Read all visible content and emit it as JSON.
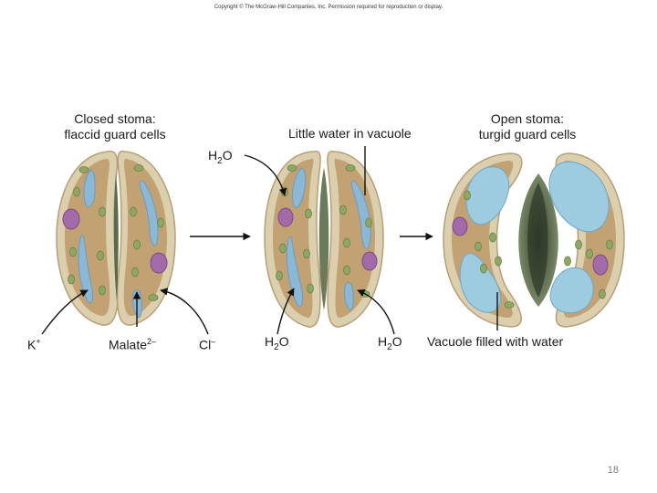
{
  "copyright": "Copyright © The McGraw-Hill Companies, Inc. Permission required for reproduction or display.",
  "labels": {
    "closed_title": "Closed stoma:",
    "closed_subtitle": "flaccid guard cells",
    "little_water": "Little water in vacuole",
    "open_title": "Open stoma:",
    "open_subtitle": "turgid guard cells",
    "h2o_top_main": "H",
    "h2o_top_sub": "2",
    "h2o_top_end": "O",
    "k_main": "K",
    "k_sup": "+",
    "malate_main": "Malate",
    "malate_sup": "2–",
    "cl_main": "Cl",
    "cl_sup": "–",
    "h2o_left_main": "H",
    "h2o_left_sub": "2",
    "h2o_left_end": "O",
    "h2o_right_main": "H",
    "h2o_right_sub": "2",
    "h2o_right_end": "O",
    "vacuole_filled": "Vacuole filled with water"
  },
  "slide_number": "18",
  "colors": {
    "cell_wall": "#d9c9a6",
    "cytoplasm": "#c4a476",
    "vacuole": "#8bb8d6",
    "vacuole_turgid": "#9dcbe0",
    "nucleus": "#a26aa8",
    "chloroplast": "#8fa764",
    "pore_dark": "#4d5e44"
  }
}
